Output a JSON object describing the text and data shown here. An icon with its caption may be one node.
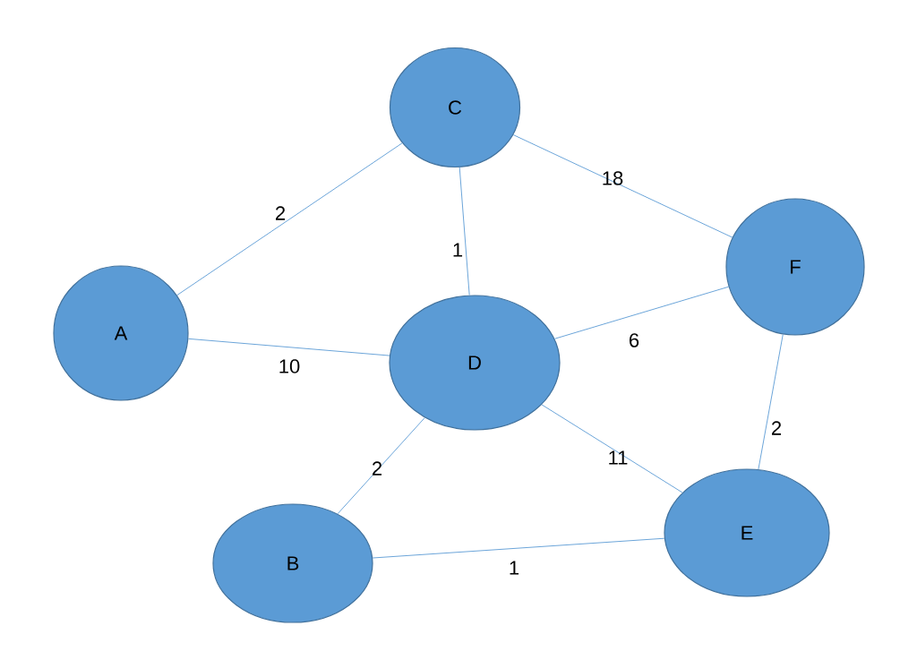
{
  "diagram": {
    "nodes": [
      {
        "text": [
          "C"
        ]
      },
      {
        "text": [
          "A"
        ]
      },
      {
        "text": [
          "D"
        ]
      },
      {
        "text": [
          "F"
        ]
      },
      {
        "text": [
          "B"
        ]
      },
      {
        "text": [
          "E"
        ]
      }
    ],
    "edges": [
      {
        "from": 1,
        "to": 0,
        "arrow": "none",
        "label": "2"
      },
      {
        "from": 0,
        "to": 2,
        "arrow": "none",
        "label": "1"
      },
      {
        "from": 0,
        "to": 3,
        "arrow": "none",
        "label": "18"
      },
      {
        "from": 1,
        "to": 2,
        "arrow": "none",
        "label": "10"
      },
      {
        "from": 2,
        "to": 3,
        "arrow": "none",
        "label": "6"
      },
      {
        "from": 2,
        "to": 4,
        "arrow": "none",
        "label": "2"
      },
      {
        "from": 2,
        "to": 5,
        "arrow": "none",
        "label": "11"
      },
      {
        "from": 3,
        "to": 5,
        "arrow": "none",
        "label": "2"
      },
      {
        "from": 4,
        "to": 5,
        "arrow": "none",
        "label": "1"
      }
    ]
  }
}
